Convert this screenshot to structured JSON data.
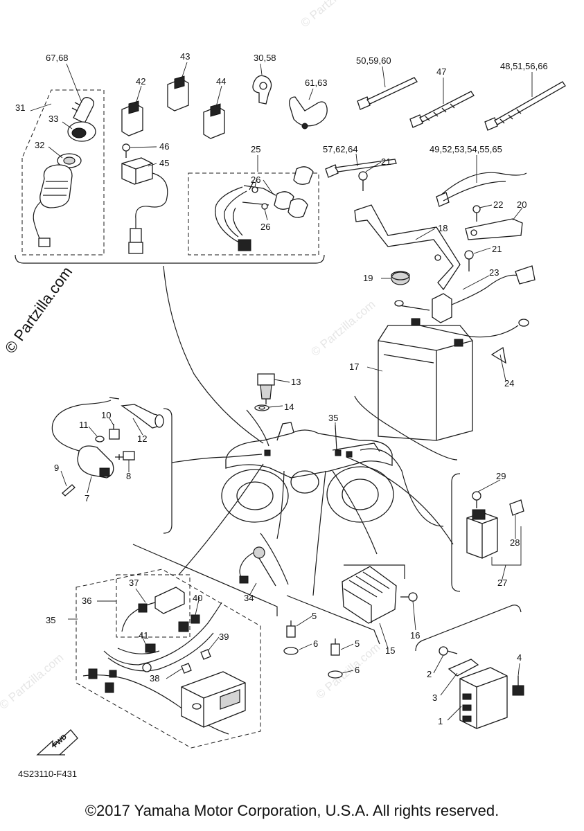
{
  "diagram_code": "4S23110-F431",
  "copyright": "©2017 Yamaha Motor Corporation, U.S.A. All rights reserved.",
  "watermark": "© Partzilla.com",
  "fwd_label": "FWD",
  "callouts": {
    "c1": "1",
    "c2": "2",
    "c3": "3",
    "c4": "4",
    "c5a": "5",
    "c5b": "5",
    "c6a": "6",
    "c6b": "6",
    "c7": "7",
    "c8": "8",
    "c9": "9",
    "c10": "10",
    "c11": "11",
    "c12": "12",
    "c13": "13",
    "c14": "14",
    "c15": "15",
    "c16": "16",
    "c17": "17",
    "c18": "18",
    "c19": "19",
    "c20": "20",
    "c21a": "21",
    "c21b": "21",
    "c22": "22",
    "c23": "23",
    "c24": "24",
    "c25": "25",
    "c26a": "26",
    "c26b": "26",
    "c27": "27",
    "c28": "28",
    "c29": "29",
    "c30_58": "30,58",
    "c31": "31",
    "c32": "32",
    "c33": "33",
    "c34": "34",
    "c35a": "35",
    "c35b": "35",
    "c36": "36",
    "c37": "37",
    "c38": "38",
    "c39": "39",
    "c40": "40",
    "c41": "41",
    "c42": "42",
    "c43": "43",
    "c44": "44",
    "c45": "45",
    "c46": "46",
    "c47": "47",
    "c48_51": "48,51,56,66",
    "c49_52": "49,52,53,54,55,65",
    "c50_59": "50,59,60",
    "c57_62": "57,62,64",
    "c61_63": "61,63",
    "c67_68": "67,68"
  }
}
